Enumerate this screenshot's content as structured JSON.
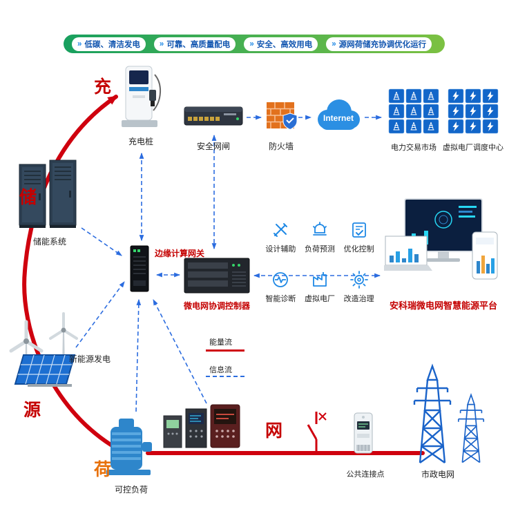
{
  "banner": {
    "chevron": "»",
    "items": [
      {
        "label": "低碳、清洁发电"
      },
      {
        "label": "可靠、高质量配电"
      },
      {
        "label": "安全、高效用电"
      },
      {
        "label": "源网荷储充协调优化运行"
      }
    ]
  },
  "big_labels": {
    "charge": "充",
    "storage": "储",
    "source": "源",
    "load": "荷",
    "grid": "网"
  },
  "nodes": {
    "charging_pile": "充电桩",
    "security_gateway": "安全网闸",
    "firewall": "防火墙",
    "internet": "Internet",
    "power_trading_market": "电力交易市场",
    "vpp_dispatch_center": "虚拟电厂调度中心",
    "storage_system": "储能系统",
    "edge_gateway": "边缘计算网关",
    "microgrid_controller": "微电网协调控制器",
    "platform": "安科瑞微电网智慧能源平台",
    "renewable_generation": "新能源发电",
    "controllable_load": "可控负荷",
    "public_connection_point": "公共连接点",
    "municipal_grid": "市政电网"
  },
  "functions": [
    {
      "label": "设计辅助"
    },
    {
      "label": "负荷预测"
    },
    {
      "label": "优化控制"
    },
    {
      "label": "智能诊断"
    },
    {
      "label": "虚拟电厂"
    },
    {
      "label": "改造治理"
    }
  ],
  "legend": {
    "energy_flow": "能量流",
    "info_flow": "信息流"
  },
  "colors": {
    "energy_flow": "#cf000e",
    "info_flow": "#2b6cdf",
    "banner_green": "#3aa935",
    "pill_text_blue": "#1256b0",
    "panel_blue": "#1266c9",
    "label_red": "#c40000",
    "label_orange": "#e8710a"
  }
}
